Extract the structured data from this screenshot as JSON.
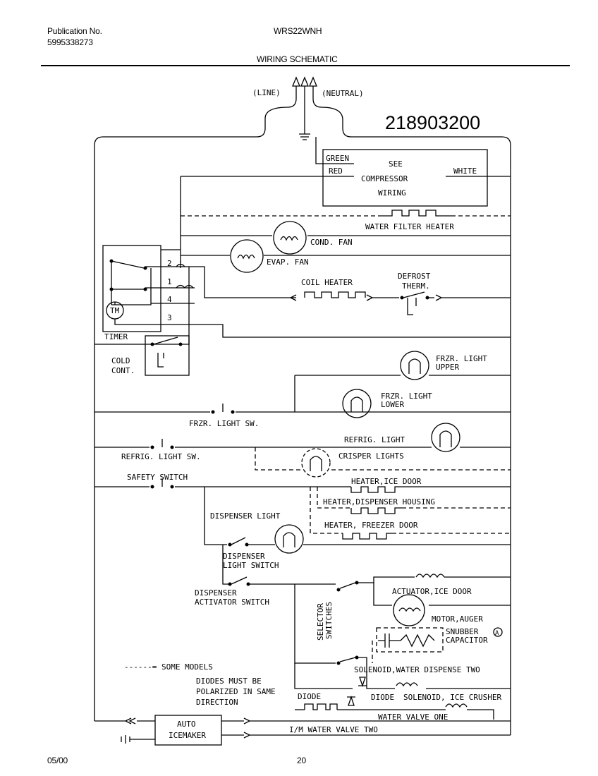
{
  "header": {
    "publication_label": "Publication No.",
    "publication_number": "5995338273",
    "model": "WRS22WNH",
    "title": "WIRING SCHEMATIC"
  },
  "footer": {
    "date": "05/00",
    "page": "20"
  },
  "schematic": {
    "part_number": "218903200",
    "line": "(LINE)",
    "neutral": "(NEUTRAL)",
    "compressor": {
      "green": "GREEN",
      "red": "RED",
      "white": "WHITE",
      "see": "SEE",
      "compressor": "COMPRESSOR",
      "wiring": "WIRING"
    },
    "water_filter_heater": "WATER FILTER HEATER",
    "cond_fan": "COND. FAN",
    "evap_fan": "EVAP. FAN",
    "coil_heater": "COIL HEATER",
    "defrost_therm_1": "DEFROST",
    "defrost_therm_2": "THERM.",
    "timer": "TIMER",
    "tm": "TM",
    "terminal_2": "2",
    "terminal_1": "1",
    "terminal_4": "4",
    "terminal_3": "3",
    "cold_cont_1": "COLD",
    "cold_cont_2": "CONT.",
    "frzr_light_upper_1": "FRZR. LIGHT",
    "frzr_light_upper_2": "UPPER",
    "frzr_light_lower_1": "FRZR. LIGHT",
    "frzr_light_lower_2": "LOWER",
    "frzr_light_sw": "FRZR. LIGHT SW.",
    "refrig_light": "REFRIG. LIGHT",
    "refrig_light_sw": "REFRIG. LIGHT SW.",
    "crisper_lights": "CRISPER LIGHTS",
    "safety_switch": "SAFETY SWITCH",
    "heater_ice_door": "HEATER,ICE DOOR",
    "heater_dispenser_housing": "HEATER,DISPENSER HOUSING",
    "heater_freezer_door": "HEATER, FREEZER DOOR",
    "dispenser_light": "DISPENSER LIGHT",
    "dispenser_light_switch_1": "DISPENSER",
    "dispenser_light_switch_2": "LIGHT SWITCH",
    "dispenser_activator_switch_1": "DISPENSER",
    "dispenser_activator_switch_2": "ACTIVATOR SWITCH",
    "actuator_ice_door": "ACTUATOR,ICE DOOR",
    "motor_auger": "MOTOR,AUGER",
    "selector_switches_1": "SELECTOR",
    "selector_switches_2": "SWITCHES",
    "snubber_1": "SNUBBER",
    "snubber_2": "CAPACITOR",
    "snubber_mark": "A",
    "some_models": "------= SOME MODELS",
    "diodes_note_1": "DIODES MUST BE",
    "diodes_note_2": "POLARIZED IN SAME",
    "diodes_note_3": "DIRECTION",
    "solenoid_water_dispense_two": "SOLENOID,WATER DISPENSE TWO",
    "diode_1": "DIODE",
    "diode_2": "DIODE",
    "solenoid_ice_crusher": "SOLENOID, ICE CRUSHER",
    "water_valve_one": "WATER VALVE ONE",
    "auto_icemaker_1": "AUTO",
    "auto_icemaker_2": "ICEMAKER",
    "im_water_valve_two": "I/M WATER VALVE TWO"
  }
}
